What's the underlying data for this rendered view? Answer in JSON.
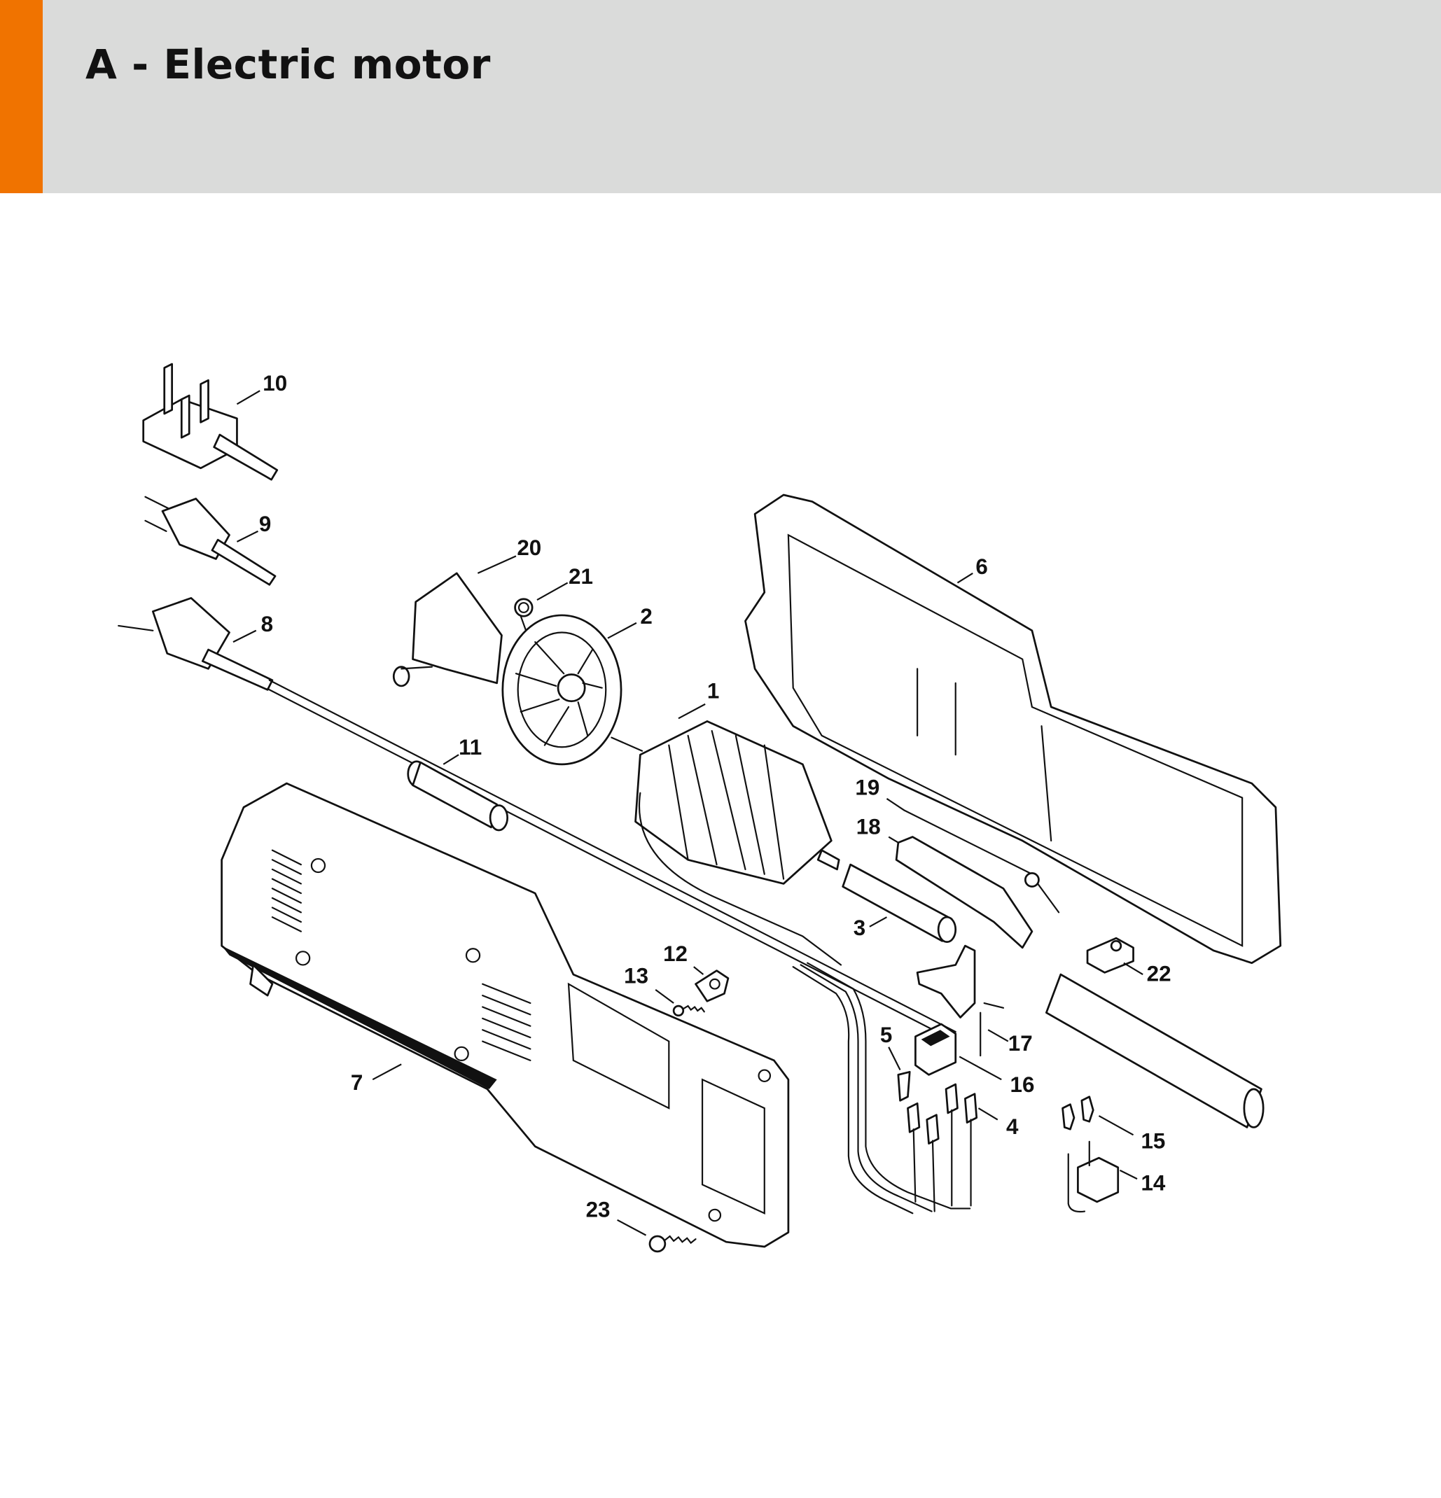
{
  "header": {
    "title": "A - Electric motor",
    "accent_color": "#f07300",
    "background_color": "#dadbda"
  },
  "diagram": {
    "callouts": [
      {
        "id": "1",
        "label": "1"
      },
      {
        "id": "2",
        "label": "2"
      },
      {
        "id": "3",
        "label": "3"
      },
      {
        "id": "4",
        "label": "4"
      },
      {
        "id": "5",
        "label": "5"
      },
      {
        "id": "6",
        "label": "6"
      },
      {
        "id": "7",
        "label": "7"
      },
      {
        "id": "8",
        "label": "8"
      },
      {
        "id": "9",
        "label": "9"
      },
      {
        "id": "10",
        "label": "10"
      },
      {
        "id": "11",
        "label": "11"
      },
      {
        "id": "12",
        "label": "12"
      },
      {
        "id": "13",
        "label": "13"
      },
      {
        "id": "14",
        "label": "14"
      },
      {
        "id": "15",
        "label": "15"
      },
      {
        "id": "16",
        "label": "16"
      },
      {
        "id": "17",
        "label": "17"
      },
      {
        "id": "18",
        "label": "18"
      },
      {
        "id": "19",
        "label": "19"
      },
      {
        "id": "20",
        "label": "20"
      },
      {
        "id": "21",
        "label": "21"
      },
      {
        "id": "22",
        "label": "22"
      },
      {
        "id": "23",
        "label": "23"
      }
    ]
  }
}
